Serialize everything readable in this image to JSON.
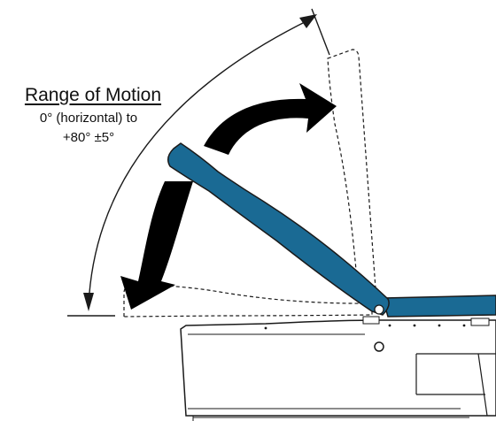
{
  "range_of_motion": {
    "title": "Range of Motion",
    "line1": "0° (horizontal) to",
    "line2": "+80° ±5°"
  },
  "colors": {
    "backrest": "#1a6a94",
    "arrow": "#000000",
    "outline": "#1a1a1a",
    "base_fill": "#ffffff"
  }
}
